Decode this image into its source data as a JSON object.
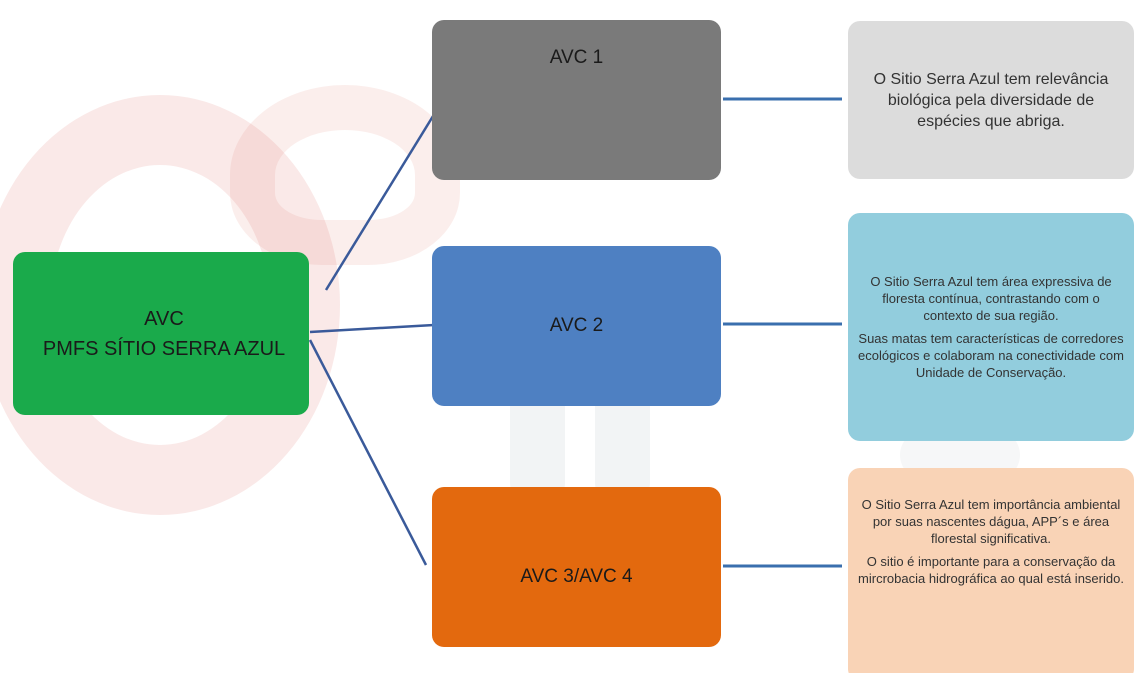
{
  "diagram": {
    "root": {
      "line1": "AVC",
      "line2": "PMFS SÍTIO SERRA AZUL",
      "color": "#1aaa4b"
    },
    "branches": [
      {
        "label": "AVC 1",
        "color": "#7a7a7a",
        "description": [
          "O Sitio Serra Azul tem relevância biológica pela diversidade de espécies que abriga."
        ],
        "description_color": "#dcdcdc"
      },
      {
        "label": "AVC 2",
        "color": "#4e80c2",
        "description": [
          "O Sitio Serra Azul tem área expressiva de floresta contínua, contrastando com o contexto de sua região.",
          "Suas matas tem características de corredores ecológicos e colaboram na conectividade com Unidade de Conservação."
        ],
        "description_color": "#92cddd"
      },
      {
        "label": "AVC 3/AVC 4",
        "color": "#e3690e",
        "description": [
          "O Sitio Serra Azul tem importância ambiental por suas nascentes dágua, APP´s e área florestal significativa.",
          "O sitio é importante para a conservação da mircrobacia hidrográfica ao qual está inserido."
        ],
        "description_color": "#f9d3b6"
      }
    ],
    "connector_color": "#3a5a9a"
  }
}
